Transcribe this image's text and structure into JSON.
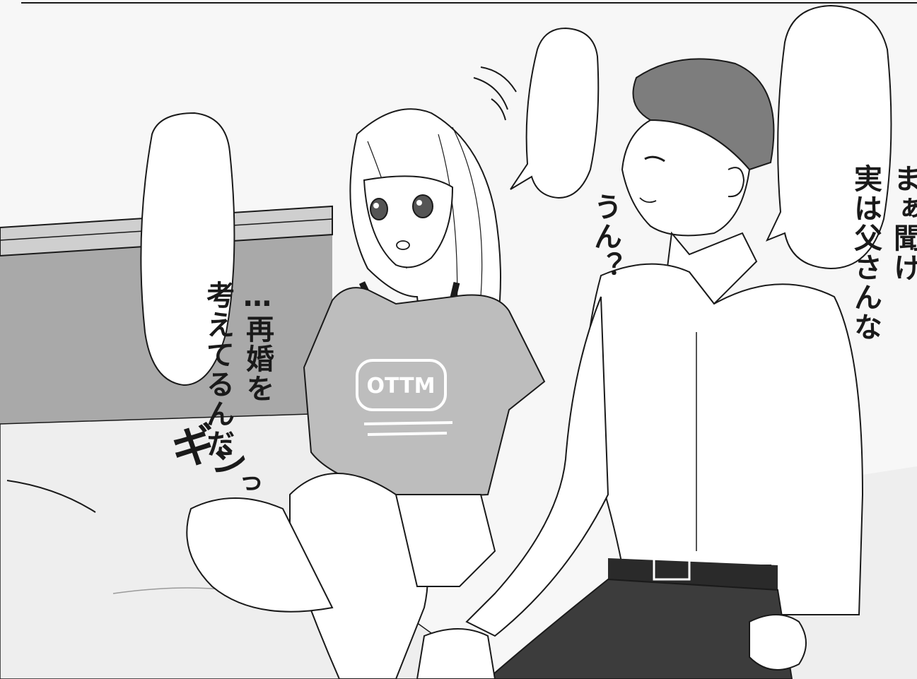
{
  "bubbles": {
    "father_right": {
      "line1": "まぁ聞け",
      "line2": "実は父さんな"
    },
    "girl_reply": {
      "line1": "うん？"
    },
    "father_left": {
      "line1": "…再婚を",
      "line2": "考えてるんだ"
    }
  },
  "sfx": {
    "text1": "ギ",
    "text2": "シ",
    "text3": "っ"
  },
  "shirt_print": {
    "text": "OTTM"
  },
  "colors": {
    "wall": "#a9a9a9",
    "headboard": "#cfcfcf",
    "bed": "#eeeeee",
    "hair_man": "#7d7d7d",
    "shirt_girl": "#bdbdbd",
    "pants_man": "#3c3c3c",
    "ink": "#1a1a1a"
  }
}
